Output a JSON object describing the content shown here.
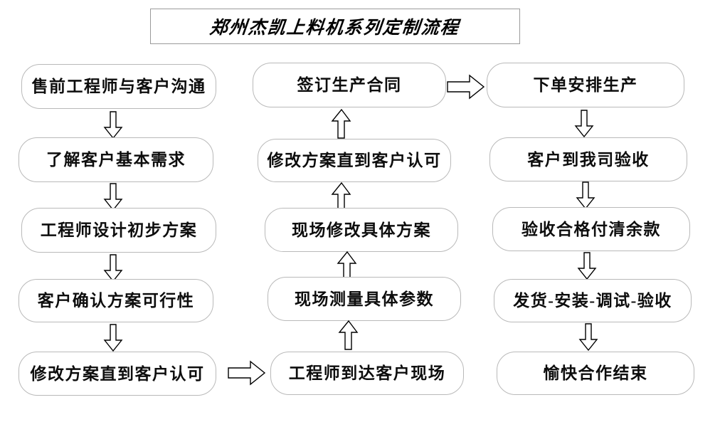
{
  "title": {
    "text": "郑州杰凯上料机系列定制流程"
  },
  "diagram": {
    "type": "flowchart",
    "orientation": "three-column serpentine (down, up, down)",
    "columns": [
      {
        "name": "column-1-presales",
        "flow_direction": "down",
        "nodes": [
          {
            "id": "c1r1",
            "label": "售前工程师与客户沟通"
          },
          {
            "id": "c1r2",
            "label": "了解客户基本需求"
          },
          {
            "id": "c1r3",
            "label": "工程师设计初步方案"
          },
          {
            "id": "c1r4",
            "label": "客户确认方案可行性"
          },
          {
            "id": "c1r5",
            "label": "修改方案直到客户认可"
          }
        ]
      },
      {
        "name": "column-2-onsite",
        "flow_direction": "up",
        "nodes": [
          {
            "id": "c2r1",
            "label": "签订生产合同"
          },
          {
            "id": "c2r2",
            "label": "修改方案直到客户认可"
          },
          {
            "id": "c2r3",
            "label": "现场修改具体方案"
          },
          {
            "id": "c2r4",
            "label": "现场测量具体参数"
          },
          {
            "id": "c2r5",
            "label": "工程师到达客户现场"
          }
        ]
      },
      {
        "name": "column-3-production",
        "flow_direction": "down",
        "nodes": [
          {
            "id": "c3r1",
            "label": "下单安排生产"
          },
          {
            "id": "c3r2",
            "label": "客户到我司验收"
          },
          {
            "id": "c3r3",
            "label": "验收合格付清余款"
          },
          {
            "id": "c3r4",
            "label": "发货-安装-调试-验收"
          },
          {
            "id": "c3r5",
            "label": "愉快合作结束"
          }
        ]
      }
    ],
    "connectors": [
      {
        "id": "a-c1r1-c1r2",
        "icon": "arrow-down-icon",
        "from": "c1r1",
        "to": "c1r2"
      },
      {
        "id": "a-c1r2-c1r3",
        "icon": "arrow-down-icon",
        "from": "c1r2",
        "to": "c1r3"
      },
      {
        "id": "a-c1r3-c1r4",
        "icon": "arrow-down-icon",
        "from": "c1r3",
        "to": "c1r4"
      },
      {
        "id": "a-c1r4-c1r5",
        "icon": "arrow-down-icon",
        "from": "c1r4",
        "to": "c1r5"
      },
      {
        "id": "a-c1r5-c2r5",
        "icon": "arrow-right-icon",
        "from": "c1r5",
        "to": "c2r5"
      },
      {
        "id": "a-c2r5-c2r4",
        "icon": "arrow-up-icon",
        "from": "c2r5",
        "to": "c2r4"
      },
      {
        "id": "a-c2r4-c2r3",
        "icon": "arrow-up-icon",
        "from": "c2r4",
        "to": "c2r3"
      },
      {
        "id": "a-c2r3-c2r2",
        "icon": "arrow-up-icon",
        "from": "c2r3",
        "to": "c2r2"
      },
      {
        "id": "a-c2r2-c2r1",
        "icon": "arrow-up-icon",
        "from": "c2r2",
        "to": "c2r1"
      },
      {
        "id": "a-c2r1-c3r1",
        "icon": "arrow-right-icon",
        "from": "c2r1",
        "to": "c3r1"
      },
      {
        "id": "a-c3r1-c3r2",
        "icon": "arrow-down-icon",
        "from": "c3r1",
        "to": "c3r2"
      },
      {
        "id": "a-c3r2-c3r3",
        "icon": "arrow-down-icon",
        "from": "c3r2",
        "to": "c3r3"
      },
      {
        "id": "a-c3r3-c3r4",
        "icon": "arrow-down-icon",
        "from": "c3r3",
        "to": "c3r4"
      },
      {
        "id": "a-c3r4-c3r5",
        "icon": "arrow-down-icon",
        "from": "c3r4",
        "to": "c3r5"
      }
    ]
  },
  "colors": {
    "background": "#ffffff",
    "node_border": "#b9b9b9",
    "node_fill": "#ffffff",
    "title_border": "#9a9a9a",
    "text": "#0d0d0d",
    "arrow_stroke": "#000000",
    "arrow_fill": "#ffffff"
  }
}
